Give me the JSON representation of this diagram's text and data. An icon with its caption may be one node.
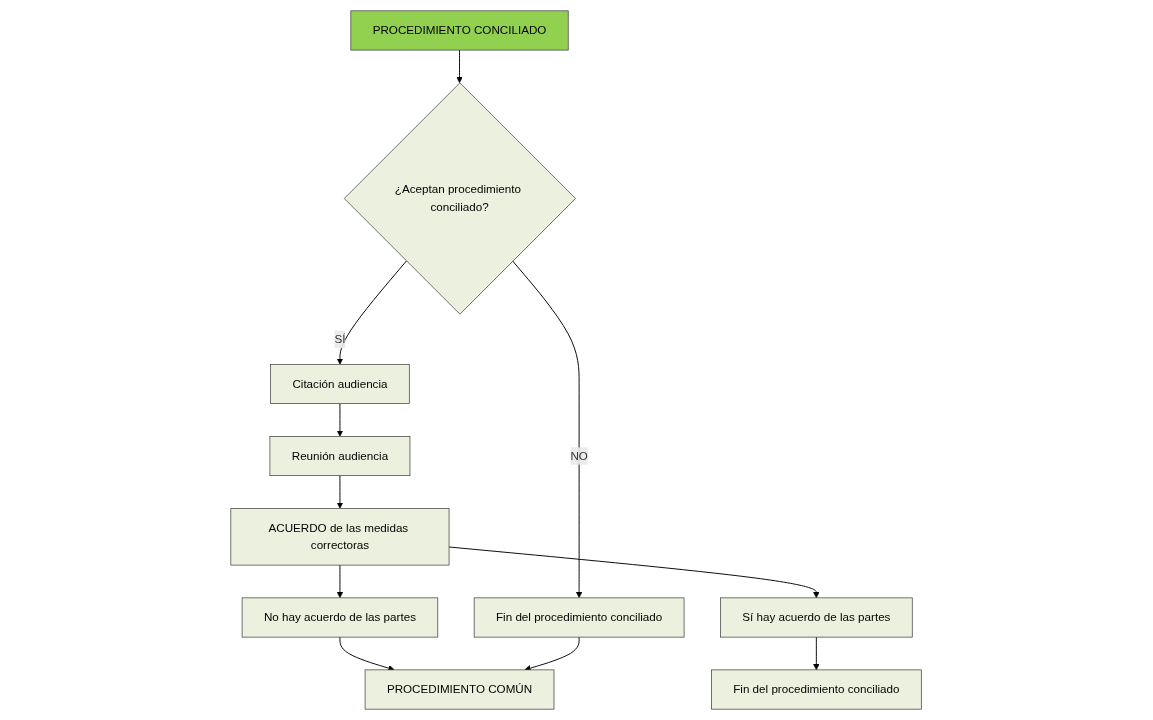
{
  "diagram": {
    "nodes": [
      {
        "text": [
          "PROCEDIMIENTO CONCILIADO"
        ]
      },
      {
        "text": [
          "¿Aceptan procedimiento conciliado?"
        ]
      },
      {
        "text": [
          "Fin del procedimiento conciliado"
        ]
      },
      {
        "text": [
          "Citación audiencia"
        ]
      },
      {
        "text": [
          "Reunión audiencia"
        ]
      },
      {
        "text": [
          "Fin del procedimiento conciliado"
        ]
      },
      {
        "text": [
          "Sí hay acuerdo de las partes"
        ]
      },
      {
        "text": [
          "ACUERDO de las medidas correctoras"
        ]
      },
      {
        "text": [
          "No hay acuerdo de las partes"
        ]
      },
      {
        "text": [
          "PROCEDIMIENTO COMÚN"
        ]
      }
    ],
    "edges": [
      {
        "from": 0,
        "to": 1,
        "arrow": "to"
      },
      {
        "from": 1,
        "to": 2,
        "arrow": "to",
        "label": "NO"
      },
      {
        "from": 1,
        "to": 3,
        "arrow": "to",
        "label": "SÍ"
      },
      {
        "from": 3,
        "to": 4,
        "arrow": "to"
      },
      {
        "from": 4,
        "to": 7,
        "arrow": "to"
      },
      {
        "from": 7,
        "to": 6,
        "arrow": "to"
      },
      {
        "from": 6,
        "to": 5,
        "arrow": "to"
      },
      {
        "from": 7,
        "to": 8,
        "arrow": "to"
      },
      {
        "from": 8,
        "to": 9,
        "arrow": "to"
      },
      {
        "from": 2,
        "to": 9,
        "arrow": "to"
      }
    ]
  }
}
